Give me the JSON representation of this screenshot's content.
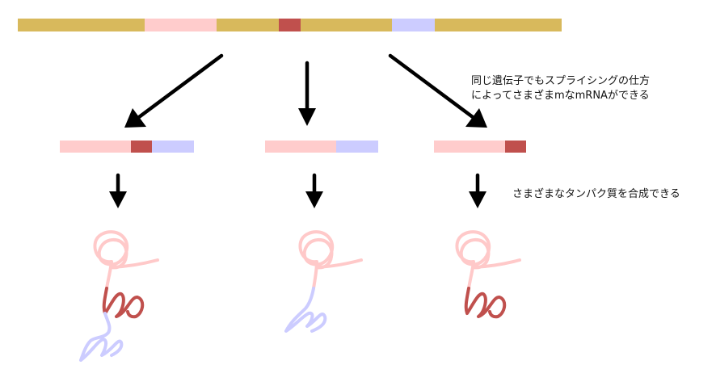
{
  "colors": {
    "intron": "#d8b95c",
    "exon_pink": "#ffcccc",
    "exon_red": "#c0504d",
    "exon_blue": "#ccccff",
    "arrow": "#000000"
  },
  "gene": {
    "segments": [
      "intron",
      "exon-pink",
      "intron",
      "exon-red",
      "intron",
      "exon-blue",
      "intron"
    ]
  },
  "mrnas": [
    {
      "exons": [
        "exon-pink",
        "exon-red",
        "exon-blue"
      ]
    },
    {
      "exons": [
        "exon-pink",
        "exon-blue"
      ]
    },
    {
      "exons": [
        "exon-pink",
        "exon-red"
      ]
    }
  ],
  "proteins": [
    {
      "domains": [
        "pink",
        "red",
        "blue"
      ]
    },
    {
      "domains": [
        "pink",
        "blue"
      ]
    },
    {
      "domains": [
        "pink",
        "red"
      ]
    }
  ],
  "notes": {
    "splicing": "同じ遺伝子でもスプライシングの仕方\nによってさまざまmなmRNAができる",
    "protein": "さまざまなタンパク質を合成できる"
  }
}
